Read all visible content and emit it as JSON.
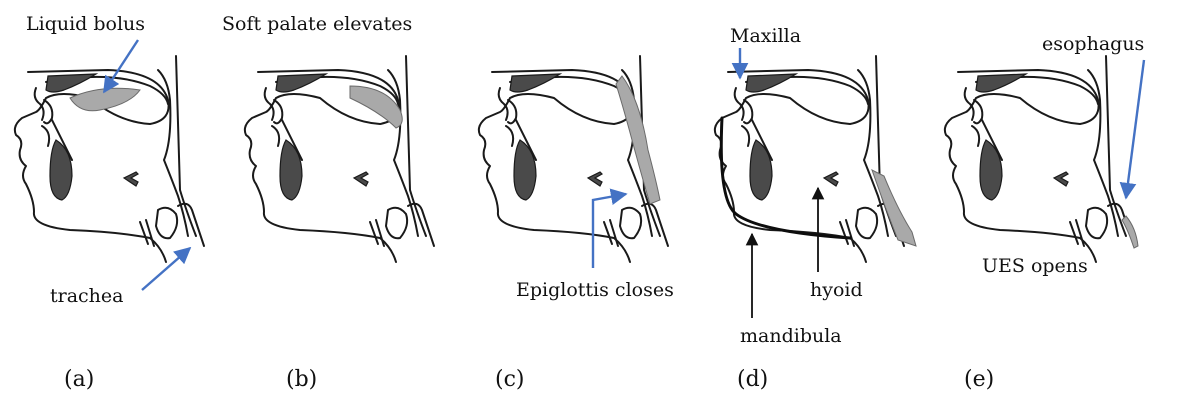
{
  "labels": {
    "liquid_bolus": "Liquid bolus",
    "soft_palate": "Soft palate elevates",
    "trachea": "trachea",
    "epiglottis": "Epiglottis closes",
    "maxilla": "Maxilla",
    "hyoid": "hyoid",
    "mandibula": "mandibula",
    "esophagus": "esophagus",
    "ues": "UES opens"
  },
  "panels": [
    {
      "caption": "(a)"
    },
    {
      "caption": "(b)"
    },
    {
      "caption": "(c)"
    },
    {
      "caption": "(d)"
    },
    {
      "caption": "(e)"
    }
  ],
  "colors": {
    "arrow_blue": "#4472c4",
    "bolus_gray": "#a9a9a9",
    "tissue_dark": "#4a4a4a"
  }
}
